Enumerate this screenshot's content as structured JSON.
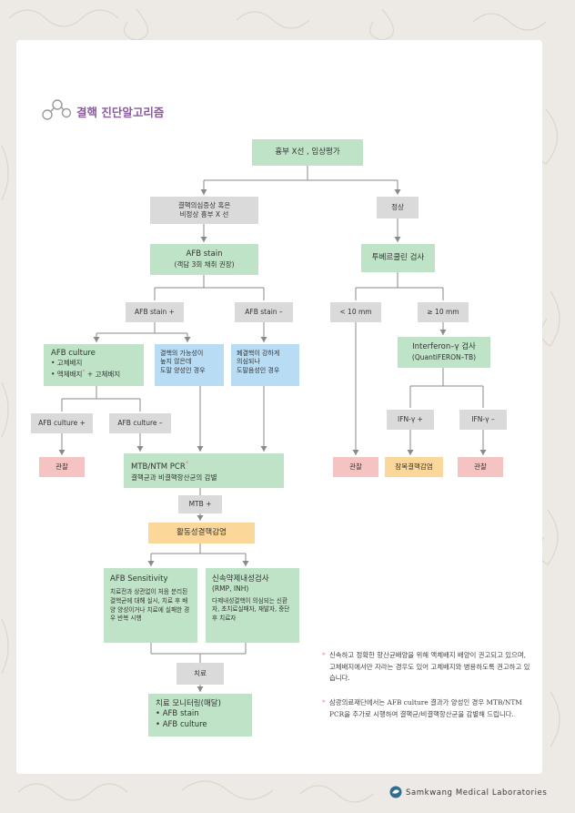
{
  "header": {
    "title": "결핵 진단알고리즘"
  },
  "nodes": {
    "n1": "흉부 X선 , 임상평가",
    "n2a": "결핵의심증상 혹은",
    "n2b": "비정상 흉부 X 선",
    "n3": "정상",
    "n4a": "AFB stain",
    "n4b": "(객담 3회 채취 권장)",
    "n5": "투베르쿨린 검사",
    "n6": "AFB stain +",
    "n7": "AFB stain –",
    "n8": "< 10 mm",
    "n9": "≥ 10 mm",
    "n10title": "AFB culture",
    "n10l1": "• 고체배지",
    "n10l2": "• 액체배지",
    "n10l2b": " + 고체배지",
    "n11a": "결핵의 가능성이",
    "n11b": "높지 않은데",
    "n11c": "도말 양성인 경우",
    "n12a": "폐결핵이 강하게",
    "n12b": "의심되나",
    "n12c": "도말음성인 경우",
    "n13a": "Interferon–γ 검사",
    "n13b": "(QuantiFERON–TB)",
    "n14": "AFB culture +",
    "n15": "AFB culture –",
    "n16": "IFN-γ +",
    "n17": "IFN-γ –",
    "n18": "관찰",
    "n19a": "MTB/NTM PCR",
    "n19b": "결핵균과 비결핵항산균의 감별",
    "n20": "관찰",
    "n21": "잠복결핵감염",
    "n22": "관찰",
    "n23": "MTB +",
    "n24": "활동성결핵감염",
    "n25title": "AFB Sensitivity",
    "n25body": "치료전과 상관없이 처음 분리된 결핵균에 대해 실시, 치료 후 배양 양성이거나 치료에 실패한 경우 반복 시행",
    "n26title": "신속약제내성검사",
    "n26sub": "(RMP, INH)",
    "n26body": "다제내성결핵이 의심되는 신환자, 초치료실패자, 재발자, 중단 후 치료자",
    "n27": "치료",
    "n28title": "치료 모니터링(매달)",
    "n28l1": "• AFB stain",
    "n28l2": "• AFB culture"
  },
  "star": "*",
  "notes": [
    "신속하고 정확한 항산균배양을 위해 액체배지 배양이 권고되고 있으며, 고체배지에서만 자라는 경우도 있어 고체배지와 병용하도록 권고하고 있습니다.",
    "삼광의료재단에서는 AFB culture 결과가 양성인 경우 MTB/NTM PCR을 추가로 시행하여 결핵균/비결핵항산균을 감별해 드립니다."
  ],
  "footer": {
    "brand": "Samkwang Medical Laboratories"
  },
  "colors": {
    "green": "#bfe3c6",
    "gray": "#dadada",
    "pink": "#f5c3c1",
    "orange": "#fcd79a",
    "blue": "#b8dcf4",
    "title": "#8a5b9d"
  }
}
